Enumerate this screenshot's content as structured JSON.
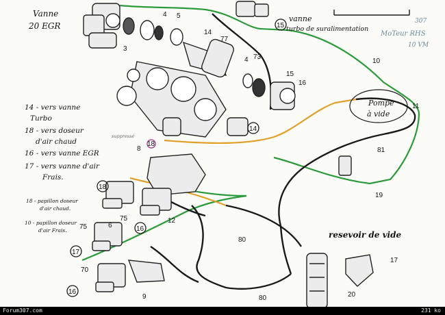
{
  "labels": {
    "vanne_egr": [
      "Vanne",
      "20 EGR"
    ],
    "vanne_turbo": [
      "vanne",
      "turbo de suralimentation"
    ],
    "moteur": [
      "307",
      "MoTeur RHS",
      "10 VM"
    ],
    "pompe": [
      "Pompe",
      "à vide"
    ],
    "reservoir": "resevoir de vide",
    "suppresse": "suppressé"
  },
  "legend": [
    {
      "num": "14",
      "lines": [
        "14 - vers vanne",
        "Turbo"
      ]
    },
    {
      "num": "18",
      "lines": [
        "18 - vers doseur",
        "d'air chaud"
      ]
    },
    {
      "num": "16",
      "lines": [
        "16 - vers vanne EGR"
      ]
    },
    {
      "num": "17",
      "lines": [
        "17 - vers vanne d'air",
        "Frais."
      ]
    }
  ],
  "papillons": [
    {
      "num": "18",
      "lines": [
        "18 - papillon doseur",
        "d'air chaud."
      ]
    },
    {
      "num": "10",
      "lines": [
        "10 - papillon doseur",
        "d'air Frais."
      ]
    }
  ],
  "callouts": [
    "3",
    "4",
    "5",
    "14",
    "77",
    "4",
    "73",
    "15",
    "16",
    "10",
    "11",
    "81",
    "19",
    "8",
    "75",
    "6",
    "12",
    "75",
    "80",
    "70",
    "9",
    "80",
    "17",
    "20"
  ],
  "circled": [
    "15",
    "18",
    "17",
    "16",
    "14",
    "18",
    "16"
  ],
  "footer": {
    "site": "Forum307.com",
    "size": "231 ko"
  },
  "colors": {
    "green": "#2b9a3a",
    "orange": "#e0a02a",
    "purple": "#a03a8c",
    "ink": "#1a1a1a"
  }
}
